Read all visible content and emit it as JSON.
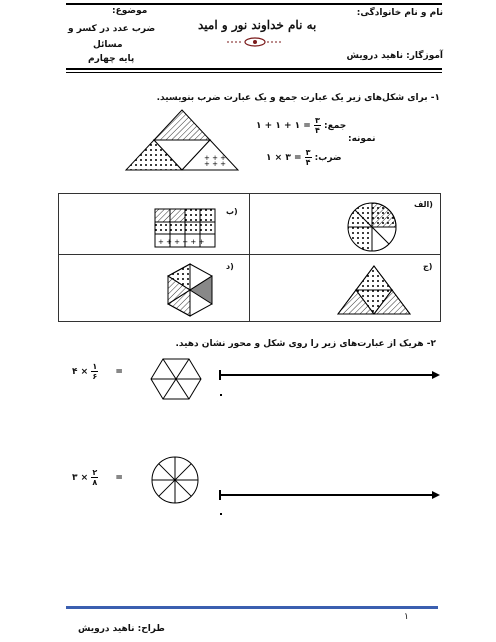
{
  "header": {
    "name_label": "نام و نام خانوادگی:",
    "title": "به نام خداوند نور و امید",
    "teacher": "آموزگار: ناهید درویش",
    "topic_label": "موضوع:",
    "topic_line1": "ضرب عدد در کسر و",
    "topic_line2": "مسائل",
    "grade": "پایه چهارم"
  },
  "q1": {
    "number": "۱-",
    "text": "برای شکل‌های زیر یک عبارت جمع و یک عبارت ضرب بنویسید.",
    "sample_label": "نمونه:",
    "sum_label": "جمع:",
    "sum_frac": "۳",
    "sum_den": "۴",
    "sum_rhs": "۱ + ۱ + ۱",
    "mult_label": "ضرب:",
    "mult_expr": "۳ × ۱",
    "mult_den": "۴",
    "cells": {
      "alef": "الف)",
      "be": "ب)",
      "jim": "ج)",
      "dal": "د)"
    }
  },
  "q2": {
    "number": "۲-",
    "text": "هریک از عبارت‌های زیر را روی شکل و محور نشان دهید.",
    "expr1_whole": "۴ ×",
    "expr1_num": "۱",
    "expr1_den": "۶",
    "expr2_whole": "۳ ×",
    "expr2_num": "۲",
    "expr2_den": "۸",
    "equals": "="
  },
  "footer": {
    "page": "۱",
    "designer": "طراح: ناهید درویش"
  }
}
